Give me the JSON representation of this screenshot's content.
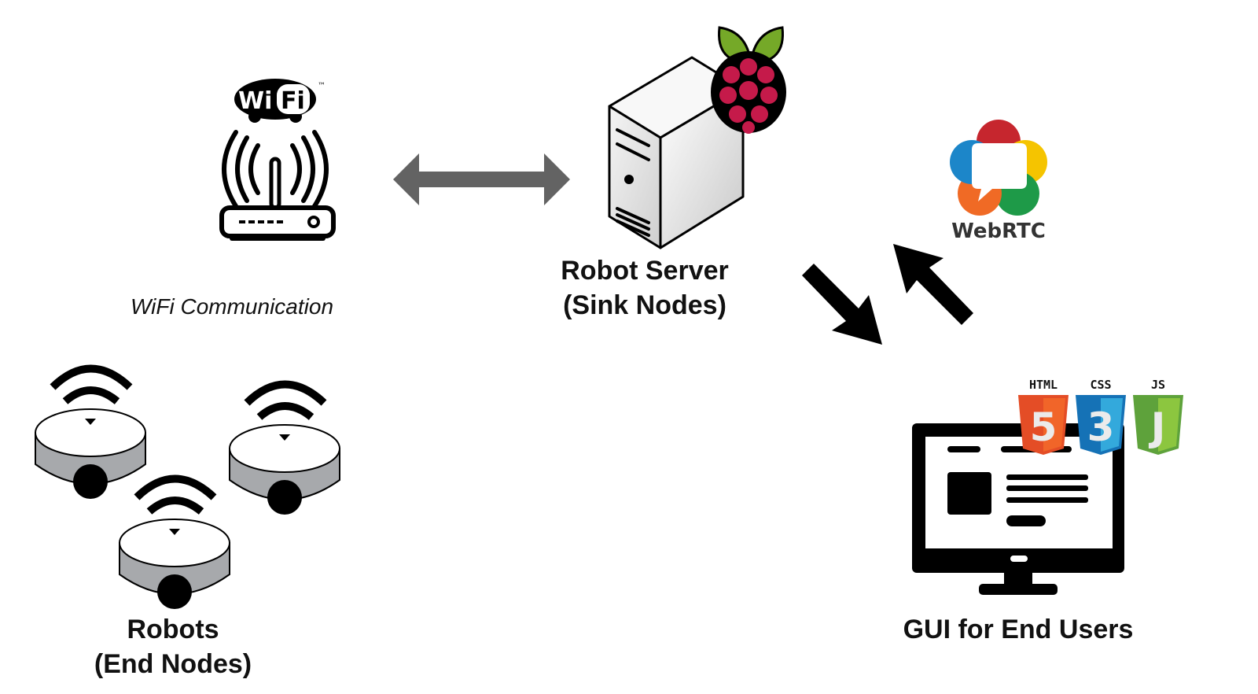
{
  "diagram": {
    "nodes": {
      "router": {
        "logo_text_left": "Wi",
        "logo_text_right": "Fi",
        "trademark": "™",
        "caption": "WiFi Communication"
      },
      "server": {
        "title_line1": "Robot Server",
        "title_line2": "(Sink Nodes)",
        "badge": "raspberry-pi"
      },
      "webrtc": {
        "label": "WebRTC",
        "colors": [
          "#c6262e",
          "#f5c400",
          "#1e9a48",
          "#f06a25",
          "#1c86c9"
        ]
      },
      "robots": {
        "title_line1": "Robots",
        "title_line2": "(End Nodes)",
        "count": 3
      },
      "gui": {
        "title": "GUI for End Users",
        "tech_badges": [
          {
            "label": "HTML",
            "number": "5",
            "color": "#e44d26",
            "color_light": "#f16529"
          },
          {
            "label": "CSS",
            "number": "3",
            "color": "#1572b6",
            "color_light": "#33a9dc"
          },
          {
            "label": "JS",
            "number": "J",
            "color": "#5ea23b",
            "color_light": "#8cc63f"
          }
        ]
      }
    },
    "edges": [
      {
        "from": "router",
        "to": "server",
        "type": "bidirectional",
        "color": "#636363"
      },
      {
        "from": "server",
        "to": "gui",
        "type": "one-way",
        "color": "#000000"
      },
      {
        "from": "gui",
        "to": "server",
        "type": "one-way",
        "color": "#000000"
      }
    ]
  }
}
